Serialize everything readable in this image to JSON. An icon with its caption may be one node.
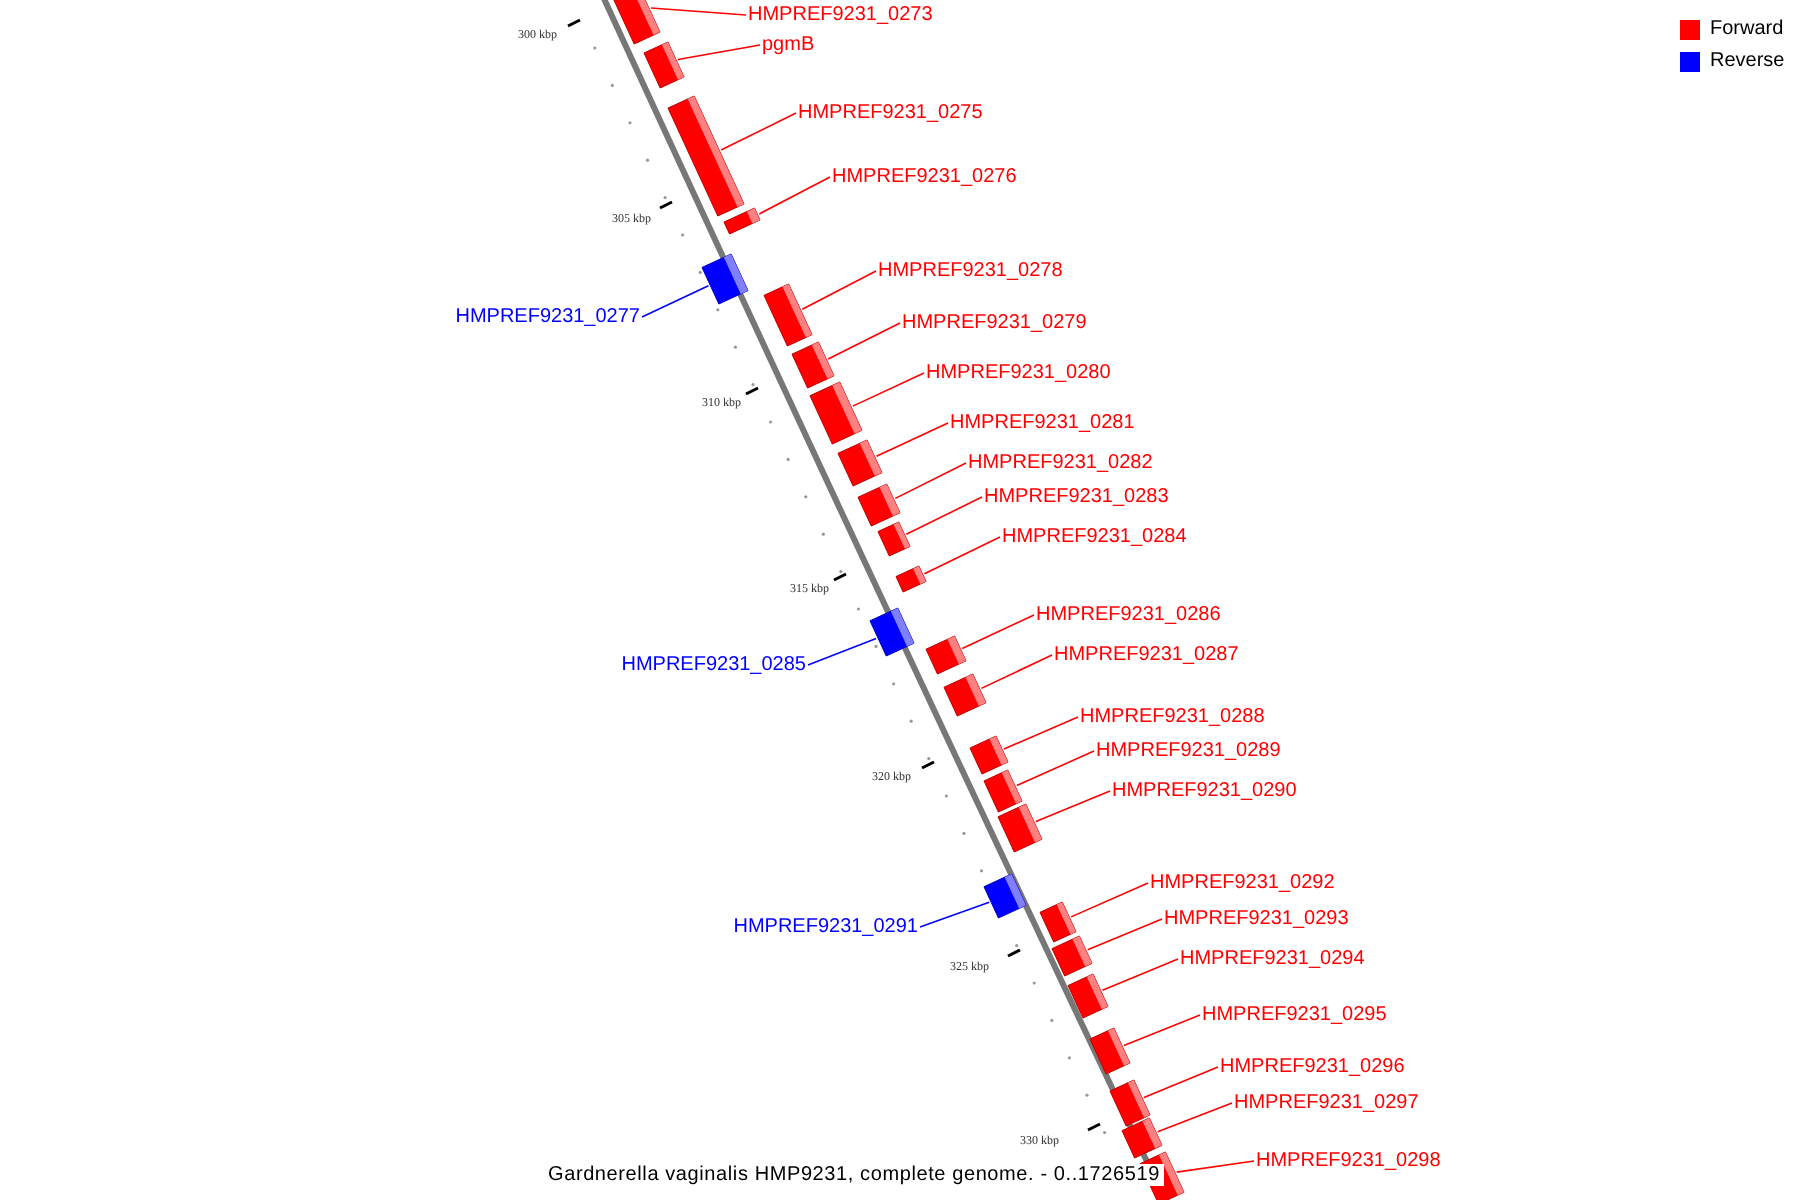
{
  "diagram": {
    "caption": "Gardnerella vaginalis HMP9231, complete genome. - 0..1726519",
    "nodes": [
      {
        "text": [
          "HMPREF9231_0273"
        ]
      },
      {
        "text": [],
        "shape": "bar"
      },
      {
        "text": [
          "pgmB"
        ]
      },
      {
        "text": [],
        "shape": "bar"
      },
      {
        "text": [
          "HMPREF9231_0275"
        ]
      },
      {
        "text": [],
        "shape": "bar"
      },
      {
        "text": [
          "HMPREF9231_0276"
        ]
      },
      {
        "text": [],
        "shape": "bar"
      },
      {
        "text": [
          "HMPREF9231_0277"
        ]
      },
      {
        "text": [],
        "shape": "bar"
      },
      {
        "text": [
          "HMPREF9231_0278"
        ]
      },
      {
        "text": [],
        "shape": "bar"
      },
      {
        "text": [
          "HMPREF9231_0279"
        ]
      },
      {
        "text": [],
        "shape": "bar"
      },
      {
        "text": [
          "HMPREF9231_0280"
        ]
      },
      {
        "text": [],
        "shape": "bar"
      },
      {
        "text": [
          "HMPREF9231_0281"
        ]
      },
      {
        "text": [],
        "shape": "bar"
      },
      {
        "text": [
          "HMPREF9231_0282"
        ]
      },
      {
        "text": [],
        "shape": "bar"
      },
      {
        "text": [
          "HMPREF9231_0283"
        ]
      },
      {
        "text": [],
        "shape": "bar"
      },
      {
        "text": [
          "HMPREF9231_0284"
        ]
      },
      {
        "text": [],
        "shape": "bar"
      },
      {
        "text": [
          "HMPREF9231_0285"
        ]
      },
      {
        "text": [],
        "shape": "bar"
      },
      {
        "text": [
          "HMPREF9231_0286"
        ]
      },
      {
        "text": [],
        "shape": "bar"
      },
      {
        "text": [
          "HMPREF9231_0287"
        ]
      },
      {
        "text": [],
        "shape": "bar"
      },
      {
        "text": [
          "HMPREF9231_0288"
        ]
      },
      {
        "text": [],
        "shape": "bar"
      },
      {
        "text": [
          "HMPREF9231_0289"
        ]
      },
      {
        "text": [],
        "shape": "bar"
      },
      {
        "text": [
          "HMPREF9231_0290"
        ]
      },
      {
        "text": [],
        "shape": "bar"
      },
      {
        "text": [
          "HMPREF9231_0291"
        ]
      },
      {
        "text": [],
        "shape": "bar"
      },
      {
        "text": [
          "HMPREF9231_0292"
        ]
      },
      {
        "text": [],
        "shape": "bar"
      },
      {
        "text": [
          "HMPREF9231_0293"
        ]
      },
      {
        "text": [],
        "shape": "bar"
      },
      {
        "text": [
          "HMPREF9231_0294"
        ]
      },
      {
        "text": [],
        "shape": "bar"
      },
      {
        "text": [
          "HMPREF9231_0295"
        ]
      },
      {
        "text": [],
        "shape": "bar"
      },
      {
        "text": [
          "HMPREF9231_0296"
        ]
      },
      {
        "text": [],
        "shape": "bar"
      },
      {
        "text": [
          "HMPREF9231_0297"
        ]
      },
      {
        "text": [],
        "shape": "bar"
      },
      {
        "text": [
          "HMPREF9231_0298"
        ]
      },
      {
        "text": [],
        "shape": "bar"
      }
    ],
    "edges": [
      {
        "from": 0,
        "to": 1,
        "arrow": "none"
      },
      {
        "from": 2,
        "to": 3,
        "arrow": "none"
      },
      {
        "from": 4,
        "to": 5,
        "arrow": "none"
      },
      {
        "from": 6,
        "to": 7,
        "arrow": "none"
      },
      {
        "from": 8,
        "to": 9,
        "arrow": "none",
        "color": "#0000ff"
      },
      {
        "from": 10,
        "to": 11,
        "arrow": "none"
      },
      {
        "from": 12,
        "to": 13,
        "arrow": "none"
      },
      {
        "from": 14,
        "to": 15,
        "arrow": "none"
      },
      {
        "from": 16,
        "to": 17,
        "arrow": "none"
      },
      {
        "from": 18,
        "to": 19,
        "arrow": "none"
      },
      {
        "from": 20,
        "to": 21,
        "arrow": "none"
      },
      {
        "from": 22,
        "to": 23,
        "arrow": "none"
      },
      {
        "from": 24,
        "to": 25,
        "arrow": "none",
        "color": "#0000ff"
      },
      {
        "from": 26,
        "to": 27,
        "arrow": "none"
      },
      {
        "from": 28,
        "to": 29,
        "arrow": "none"
      },
      {
        "from": 30,
        "to": 31,
        "arrow": "none"
      },
      {
        "from": 32,
        "to": 33,
        "arrow": "none"
      },
      {
        "from": 34,
        "to": 35,
        "arrow": "none"
      },
      {
        "from": 36,
        "to": 37,
        "arrow": "none",
        "color": "#0000ff"
      },
      {
        "from": 38,
        "to": 39,
        "arrow": "none"
      },
      {
        "from": 40,
        "to": 41,
        "arrow": "none"
      },
      {
        "from": 42,
        "to": 43,
        "arrow": "none"
      },
      {
        "from": 44,
        "to": 45,
        "arrow": "none"
      },
      {
        "from": 46,
        "to": 47,
        "arrow": "none"
      },
      {
        "from": 48,
        "to": 49,
        "arrow": "none"
      },
      {
        "from": 50,
        "to": 51,
        "arrow": "none"
      }
    ],
    "labels": [
      "300 kbp",
      "305 kbp",
      "310 kbp",
      "315 kbp",
      "320 kbp",
      "325 kbp",
      "330 kbp"
    ],
    "legend": [
      {
        "text": "Forward",
        "color": "#ff0000"
      },
      {
        "text": "Reverse",
        "color": "#0000ff"
      }
    ]
  }
}
